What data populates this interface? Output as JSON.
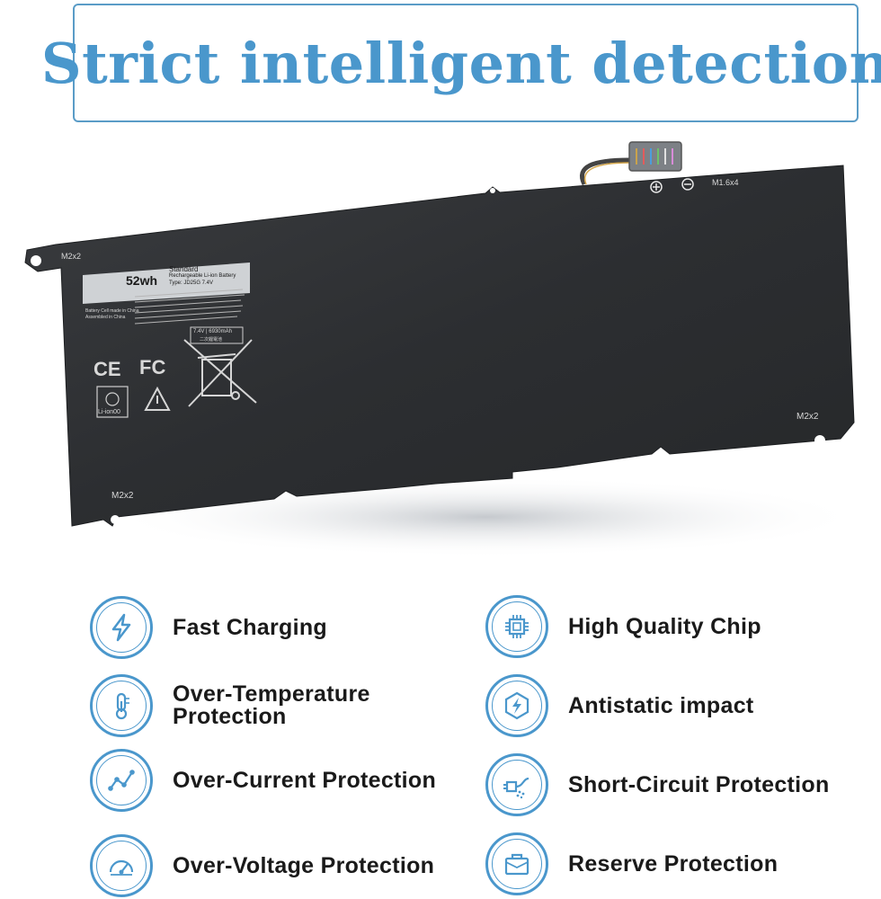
{
  "header": {
    "title": "Strict intelligent detection"
  },
  "battery": {
    "capacity": "52wh",
    "standard_line1": "Standard",
    "standard_line2": "Rechargeable Li-ion Battery",
    "type_line": "Type: JD25G   7.4V",
    "made_in_line1": "Battery Cell made in China",
    "made_in_line2": "Assembled in China",
    "voltage_line1": "7.4V | 6930mAh",
    "voltage_line2": "二次鋰電池",
    "screw_top_left": "M2x2",
    "screw_bottom_left": "M2x2",
    "screw_right": "M2x2",
    "screw_connector": "M1.6x4",
    "cert_ce": "CE",
    "cert_fcc": "FC",
    "recycle_code": "Li-ion00"
  },
  "features": [
    {
      "label": "Fast Charging",
      "icon": "lightning-icon"
    },
    {
      "label": "High Quality Chip",
      "icon": "chip-icon"
    },
    {
      "label_line1": "Over-Temperature",
      "label_line2": "Protection",
      "icon": "thermometer-icon"
    },
    {
      "label": "Antistatic impact",
      "icon": "shield-bolt-icon"
    },
    {
      "label": "Over-Current Protection",
      "icon": "current-graph-icon"
    },
    {
      "label": "Short-Circuit Protection",
      "icon": "plug-icon"
    },
    {
      "label": "Over-Voltage Protection",
      "icon": "gauge-icon"
    },
    {
      "label": "Reserve Protection",
      "icon": "briefcase-icon"
    }
  ],
  "colors": {
    "accent": "#4a97cc",
    "battery_body": "#2b2d2f",
    "label_text": "#1a1a1a"
  }
}
